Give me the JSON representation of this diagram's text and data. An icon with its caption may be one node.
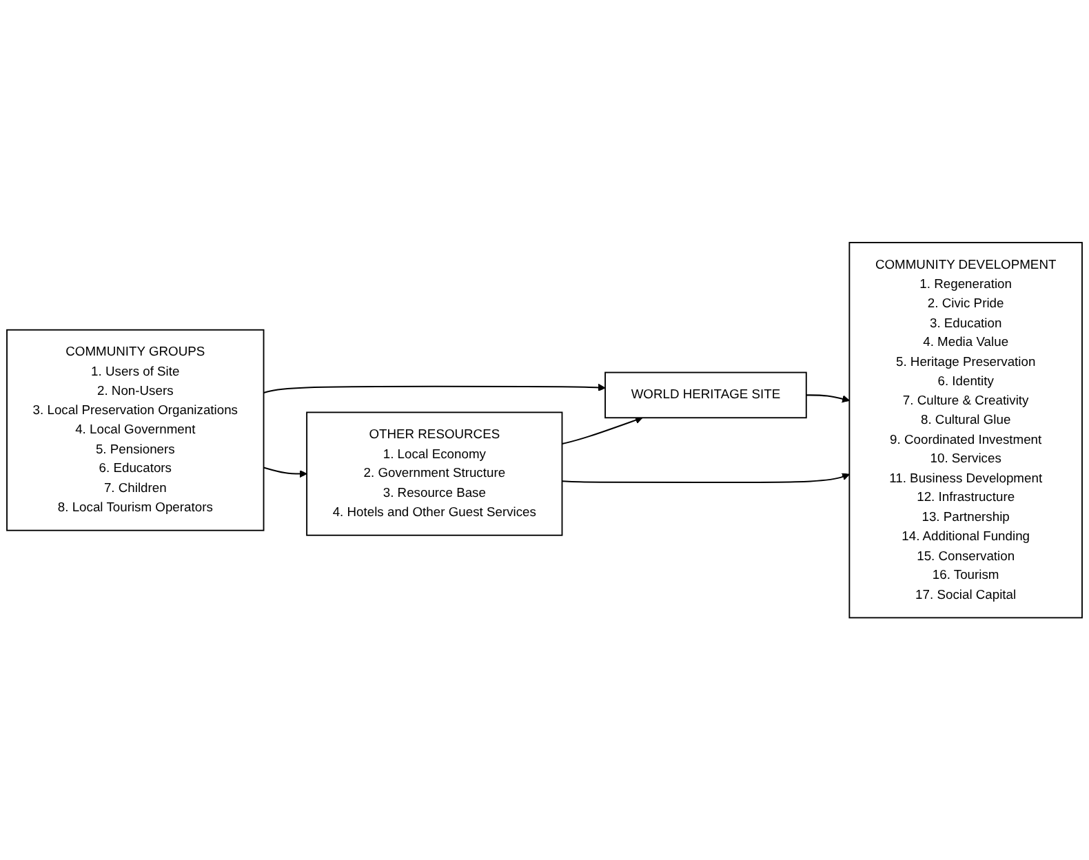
{
  "diagram": {
    "nodes": [
      {
        "text": [
          "COMMUNITY GROUPS",
          "1. Users of Site",
          "2. Non-Users",
          "3. Local Preservation Organizations",
          "4. Local Government",
          "5. Pensioners",
          "6. Educators",
          "7. Children",
          "8. Local Tourism Operators"
        ]
      },
      {
        "text": [
          "WORLD HERITAGE SITE"
        ]
      },
      {
        "text": [
          "OTHER RESOURCES",
          "1. Local Economy",
          "2. Government Structure",
          "3. Resource Base",
          "4. Hotels and Other Guest Services"
        ]
      },
      {
        "text": [
          "COMMUNITY DEVELOPMENT",
          "1. Regeneration",
          "2. Civic Pride",
          "3. Education",
          "4. Media Value",
          "5. Heritage Preservation",
          "6. Identity",
          "7. Culture & Creativity",
          "8. Cultural Glue",
          "9. Coordinated Investment",
          "10. Services",
          "11. Business Development",
          "12. Infrastructure",
          "13. Partnership",
          "14. Additional Funding",
          "15. Conservation",
          "16. Tourism",
          "17. Social Capital"
        ]
      }
    ],
    "edges": [
      {
        "from": 0,
        "to": 1,
        "arrow": "to"
      },
      {
        "from": 0,
        "to": 2,
        "arrow": "to"
      },
      {
        "from": 2,
        "to": 1,
        "arrow": "to"
      },
      {
        "from": 1,
        "to": 3,
        "arrow": "to"
      },
      {
        "from": 2,
        "to": 3,
        "arrow": "to"
      }
    ]
  }
}
